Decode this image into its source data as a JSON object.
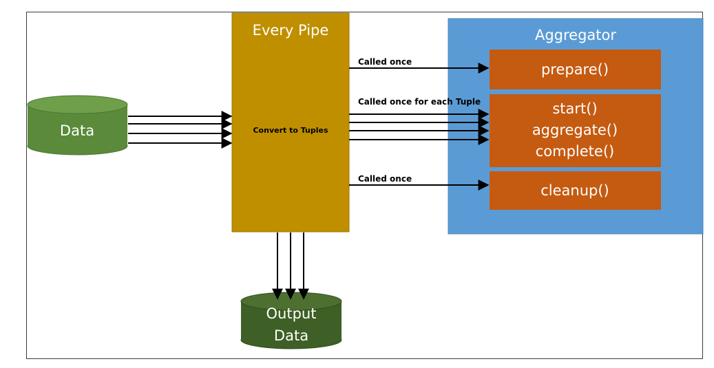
{
  "colors": {
    "input_data": "#5a8a3a",
    "input_data_top": "#6f9f4a",
    "output_data": "#3e5f25",
    "output_data_top": "#4d7030",
    "every_pipe": "#bf8f00",
    "aggregator": "#5b9bd5",
    "method_box": "#c55a11",
    "arrow": "#000000"
  },
  "input_store": {
    "label": "Data"
  },
  "every_pipe": {
    "title": "Every Pipe",
    "action": "Convert to Tuples"
  },
  "aggregator": {
    "title": "Aggregator",
    "methods": [
      {
        "lines": [
          "prepare()"
        ]
      },
      {
        "lines": [
          "start()",
          "aggregate()",
          "complete()"
        ]
      },
      {
        "lines": [
          "cleanup()"
        ]
      }
    ]
  },
  "calls": {
    "prepare": "Called once",
    "per_tuple": "Called once for each Tuple",
    "cleanup": "Called once"
  },
  "output_store": {
    "lines": [
      "Output",
      "Data"
    ]
  }
}
